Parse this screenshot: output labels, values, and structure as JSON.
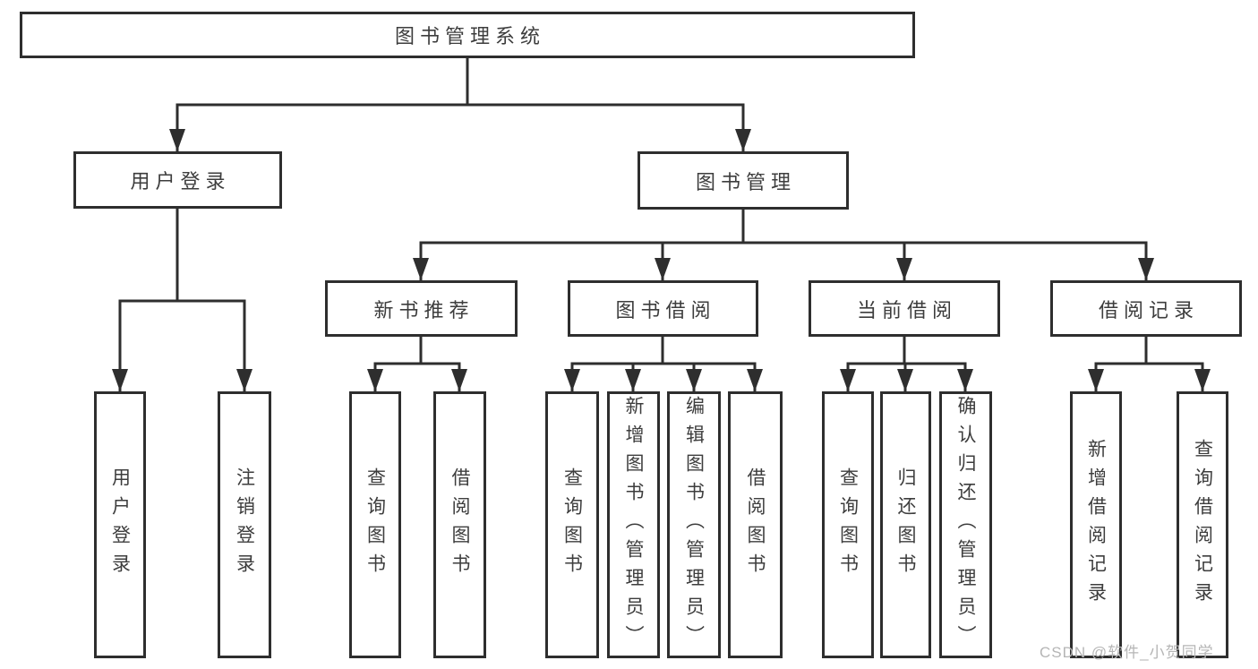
{
  "title": "图书管理系统",
  "nodes": {
    "root": "图书管理系统",
    "user_login": "用户登录",
    "book_mgmt": "图书管理",
    "new_book_rec": "新书推荐",
    "book_borrow": "图书借阅",
    "current_borrow": "当前借阅",
    "borrow_record": "借阅记录",
    "ul_user_login": "用户登录",
    "ul_logout": "注销登录",
    "nr_query_book": "查询图书",
    "nr_borrow_book": "借阅图书",
    "bb_query_book": "查询图书",
    "bb_add_book": "新增图书（管理员）",
    "bb_edit_book": "编辑图书（管理员）",
    "bb_borrow_book": "借阅图书",
    "cb_query_book": "查询图书",
    "cb_return_book": "归还图书",
    "cb_confirm_return": "确认归还（管理员）",
    "br_add_record": "新增借阅记录",
    "br_query_record": "查询借阅记录"
  },
  "hierarchy": {
    "图书管理系统": {
      "用户登录": [
        "用户登录",
        "注销登录"
      ],
      "图书管理": {
        "新书推荐": [
          "查询图书",
          "借阅图书"
        ],
        "图书借阅": [
          "查询图书",
          "新增图书（管理员）",
          "编辑图书（管理员）",
          "借阅图书"
        ],
        "当前借阅": [
          "查询图书",
          "归还图书",
          "确认归还（管理员）"
        ],
        "借阅记录": [
          "新增借阅记录",
          "查询借阅记录"
        ]
      }
    }
  },
  "watermark": "CSDN @软件_小贺同学",
  "colors": {
    "line": "#2e2e2e",
    "text": "#3d3d3d",
    "watermark": "#b5b5b5",
    "background": "#ffffff"
  }
}
